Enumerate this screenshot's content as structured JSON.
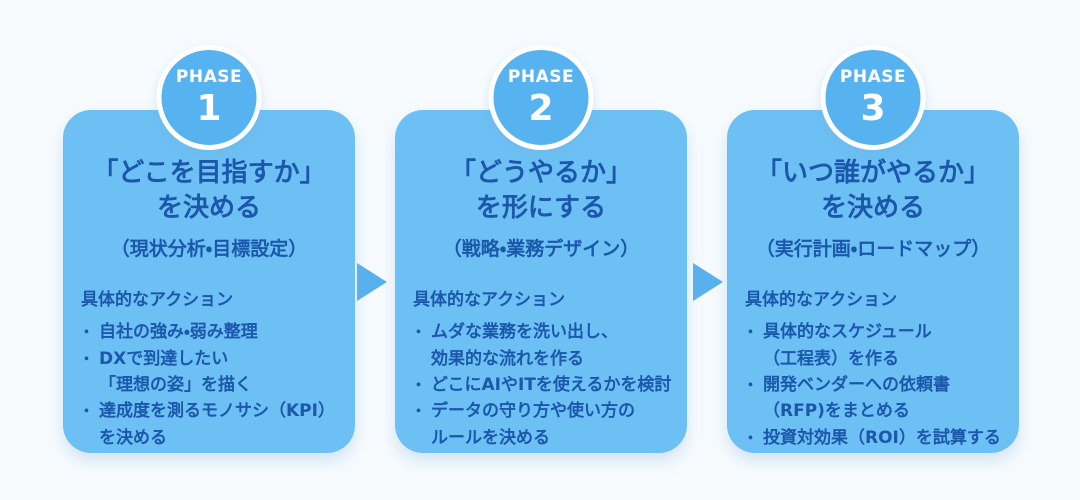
{
  "bullet_marker": "・",
  "colors": {
    "background": "#f7fbfe",
    "card": "#6cc0f4",
    "badge": "#57b3ef",
    "badge_ring": "#ffffff",
    "arrow": "#58b1ec",
    "text": "#1b57aa",
    "badge_text": "#ffffff"
  },
  "phases": [
    {
      "badge_label": "PHASE",
      "badge_number": "1",
      "title_line1": "「どこを目指すか」",
      "title_line2": "を決める",
      "subtitle": "（現状分析・目標設定）",
      "actions_heading": "具体的なアクション",
      "bullets": [
        {
          "lines": [
            "自社の強み・弱み整理"
          ]
        },
        {
          "lines": [
            "DXで到達したい",
            "「理想の姿」を描く"
          ]
        },
        {
          "lines": [
            "達成度を測るモノサシ（KPI）",
            "を決める"
          ]
        }
      ]
    },
    {
      "badge_label": "PHASE",
      "badge_number": "2",
      "title_line1": "「どうやるか」",
      "title_line2": "を形にする",
      "subtitle": "（戦略・業務デザイン）",
      "actions_heading": "具体的なアクション",
      "bullets": [
        {
          "lines": [
            "ムダな業務を洗い出し、",
            "効果的な流れを作る"
          ]
        },
        {
          "lines": [
            "どこにAIやITを使えるかを検討"
          ]
        },
        {
          "lines": [
            "データの守り方や使い方の",
            "ルールを決める"
          ]
        }
      ]
    },
    {
      "badge_label": "PHASE",
      "badge_number": "3",
      "title_line1": "「いつ誰がやるか」",
      "title_line2": "を決める",
      "subtitle": "（実行計画・ロードマップ）",
      "actions_heading": "具体的なアクション",
      "bullets": [
        {
          "lines": [
            "具体的なスケジュール",
            "（工程表）を作る"
          ]
        },
        {
          "lines": [
            "開発ベンダーへの依頼書",
            "（RFP)をまとめる"
          ]
        },
        {
          "lines": [
            "投資対効果（ROI）を試算する"
          ]
        }
      ]
    }
  ]
}
